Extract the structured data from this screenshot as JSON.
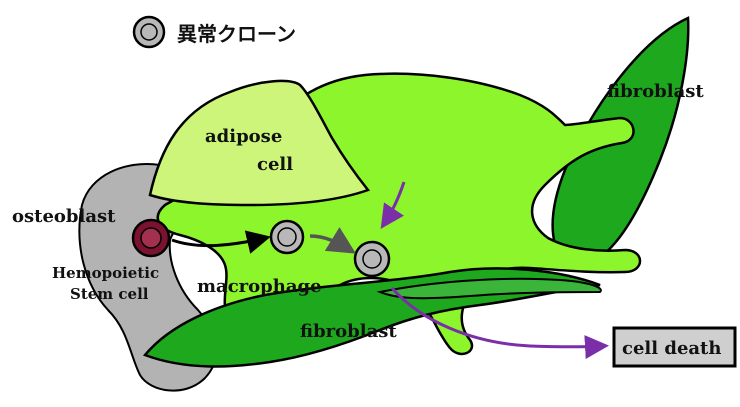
{
  "legend": {
    "label": "異常クローン",
    "icon": "abnormal-clone-cell-icon"
  },
  "labels": {
    "adipose_line1": "adipose",
    "adipose_line2": "cell",
    "fibroblast_top_right": "fibroblast",
    "osteoblast": "osteoblast",
    "stem_line1": "Hemopoietic",
    "stem_line2": "Stem cell",
    "macrophage": "macrophage",
    "fibroblast_bottom": "fibroblast",
    "cell_death": "cell death"
  },
  "colors": {
    "osteoblast_gray": "#b3b3b3",
    "macrophage_light_green": "#8cf52c",
    "adipose_pale_green": "#cdf57a",
    "fibroblast_green": "#1ea81e",
    "fibroblast_back_green": "#3ab53a",
    "stem_cell_maroon": "#7a1230",
    "clone_gray": "#b8b8b8",
    "arrow_black": "#000000",
    "arrow_gray": "#555555",
    "arrow_purple": "#7a2fa8",
    "death_box_gray": "#cfcfcf"
  }
}
